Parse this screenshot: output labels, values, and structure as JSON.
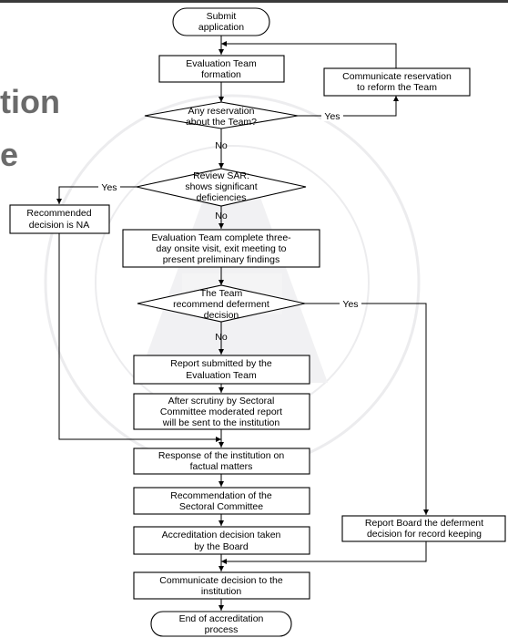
{
  "background_title": {
    "line1": "tion",
    "line2": "e"
  },
  "nodes": {
    "submit": [
      "Submit",
      "application"
    ],
    "formation": [
      "Evaluation Team",
      "formation"
    ],
    "reform": [
      "Communicate reservation",
      "to reform the Team"
    ],
    "reservation_q": [
      "Any reservation",
      "about the Team?"
    ],
    "review_sar": [
      "Review SAR:",
      "shows significant",
      "deficiencies"
    ],
    "na": [
      "Recommended",
      "decision is NA"
    ],
    "visit": [
      "Evaluation Team complete three-",
      "day onsite visit, exit meeting to",
      "present preliminary findings"
    ],
    "deferment_q": [
      "The Team",
      "recommend deferment",
      "decision"
    ],
    "report": [
      "Report submitted by the",
      "Evaluation Team"
    ],
    "scrutiny": [
      "After scrutiny by Sectoral",
      "Committee moderated report",
      "will be sent to the institution"
    ],
    "response": [
      "Response of the institution on",
      "factual matters"
    ],
    "recommendation": [
      "Recommendation of the",
      "Sectoral Committee"
    ],
    "decision": [
      "Accreditation decision taken",
      "by the Board"
    ],
    "board_report": [
      "Report Board the deferment",
      "decision for record keeping"
    ],
    "communicate": [
      "Communicate decision to the",
      "institution"
    ],
    "end": [
      "End of  accreditation",
      "process"
    ]
  },
  "edge_labels": {
    "reservation_yes": "Yes",
    "reservation_no": "No",
    "sar_yes": "Yes",
    "sar_no": "No",
    "deferment_yes": "Yes",
    "deferment_no": "No"
  }
}
